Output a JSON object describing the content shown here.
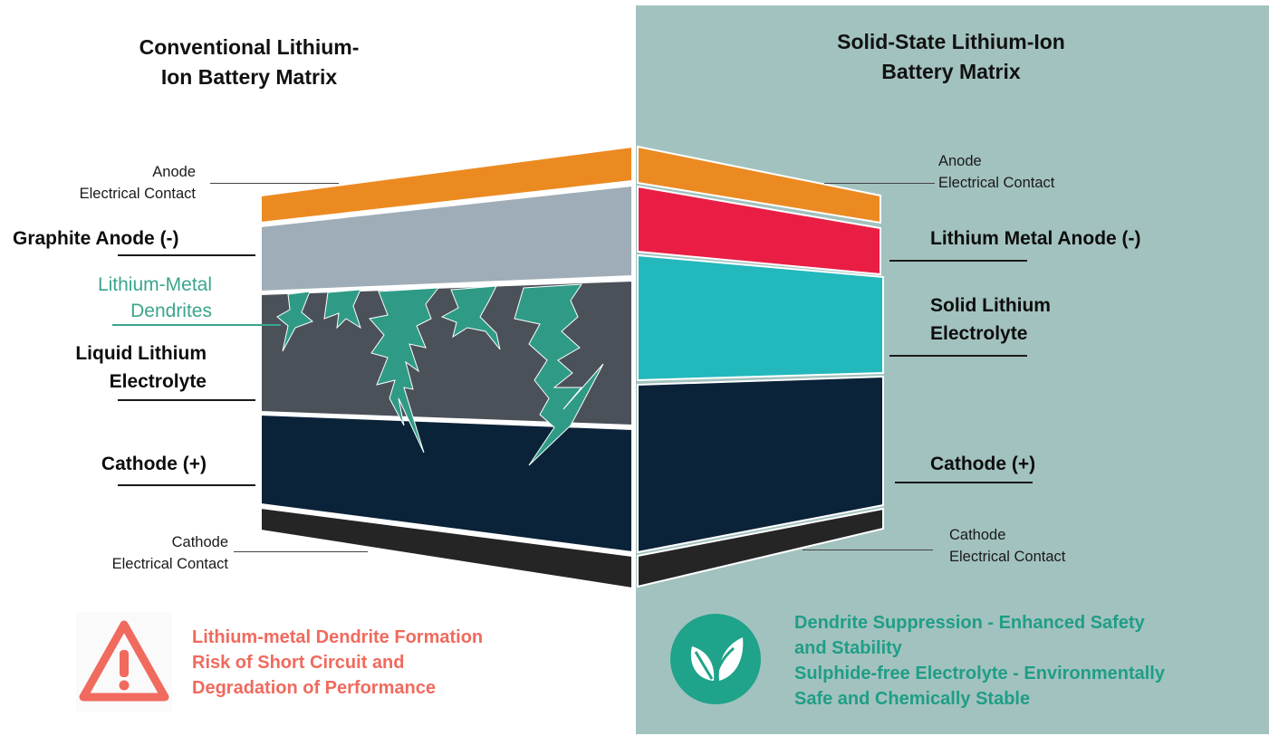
{
  "left": {
    "title": [
      "Conventional Lithium-",
      "Ion Battery Matrix"
    ],
    "anode_contact": [
      "Anode",
      "Electrical Contact"
    ],
    "graphite_anode": "Graphite Anode (-)",
    "dendrites": [
      "Lithium-Metal",
      "Dendrites"
    ],
    "electrolyte": [
      "Liquid Lithium",
      "Electrolyte"
    ],
    "cathode": "Cathode (+)",
    "cathode_contact": [
      "Cathode",
      "Electrical Contact"
    ],
    "warning": [
      "Lithium-metal Dendrite Formation",
      "Risk of Short Circuit and",
      "Degradation of Performance"
    ]
  },
  "right": {
    "title": [
      "Solid-State Lithium-Ion",
      "Battery Matrix"
    ],
    "anode_contact": [
      "Anode",
      "Electrical Contact"
    ],
    "metal_anode": "Lithium Metal Anode (-)",
    "electrolyte": [
      "Solid Lithium",
      "Electrolyte"
    ],
    "cathode": "Cathode (+)",
    "cathode_contact": [
      "Cathode",
      "Electrical Contact"
    ],
    "benefits": [
      "Dendrite Suppression - Enhanced Safety",
      "and Stability",
      "Sulphide-free Electrolyte - Environmentally",
      "Safe and Chemically Stable"
    ]
  },
  "icons": {
    "warning": "warning-triangle-icon",
    "leaf": "leaf-icon"
  },
  "colors": {
    "panel_bg": "#a2c2bf",
    "contact_orange": "#ec8a22",
    "graphite": "#9eadb7",
    "liquid_electrolyte": "#4b5158",
    "cathode": "#0b2339",
    "contact_dark": "#252525",
    "lithium_metal": "#ea1e45",
    "solid_electrolyte": "#23b8bc",
    "dendrite": "#2f9b86",
    "warning_red": "#f06a5e",
    "benefit_green": "#1f9e86"
  }
}
